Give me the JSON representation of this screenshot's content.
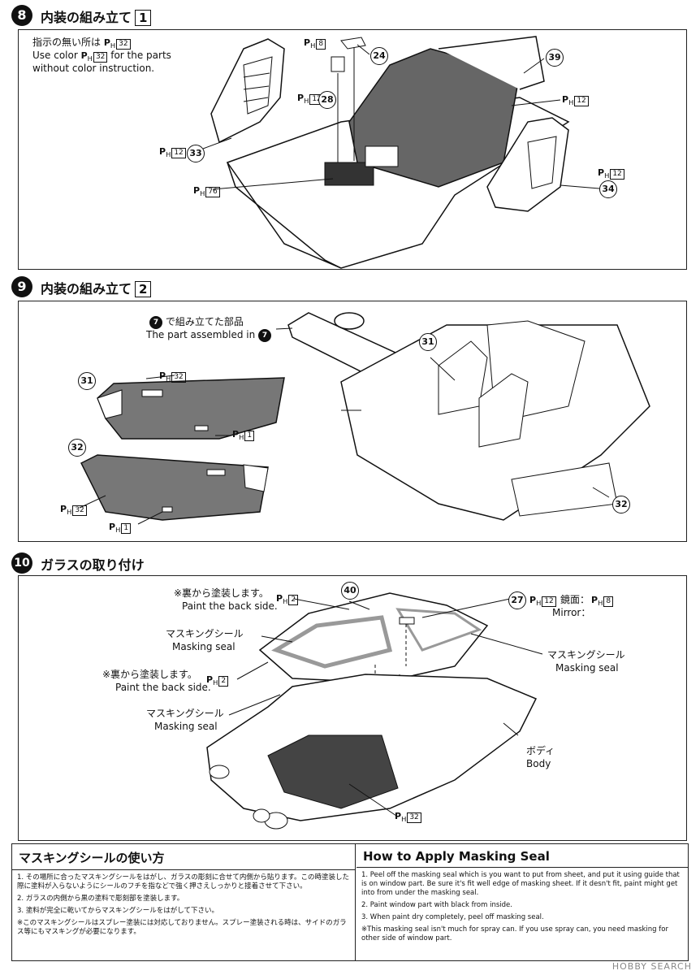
{
  "steps": [
    {
      "number": "8",
      "title": "内装の組み立て",
      "box": "1"
    },
    {
      "number": "9",
      "title": "内装の組み立て",
      "box": "2"
    },
    {
      "number": "10",
      "title": "ガラスの取り付け",
      "box": ""
    }
  ],
  "step8": {
    "note_jp": "指示の無い所は",
    "note_en_1": "Use color",
    "note_en_2": "for the parts",
    "note_en_3": "without color instruction.",
    "note_color": "32",
    "parts": [
      {
        "circle": "24",
        "color": "8"
      },
      {
        "circle": "28",
        "color": "12"
      },
      {
        "circle": "33",
        "color": "12"
      },
      {
        "circle": "39",
        "color": "12"
      },
      {
        "circle": "34",
        "color": "12"
      }
    ],
    "floor_color": "76"
  },
  "step9": {
    "ref_circle": "7",
    "ref_jp": "で組み立てた部品",
    "ref_en": "The part assembled in",
    "door31": {
      "circle": "31",
      "color_top": "32",
      "color_bottom": "1"
    },
    "door32": {
      "circle": "32",
      "color_left": "32",
      "color_bottom": "1"
    },
    "right_labels": [
      "31",
      "32"
    ]
  },
  "step10": {
    "back_jp_1": "※裏から塗装します。",
    "back_en_1": "Paint the back side.",
    "back_color_1": "2",
    "back_jp_2": "※裏から塗装します。",
    "back_en_2": "Paint the back side.",
    "back_color_2": "2",
    "mask_jp": "マスキングシール",
    "mask_en": "Masking seal",
    "part40": "40",
    "part27": "27",
    "part27_color": "12",
    "mirror_jp": "鏡面：",
    "mirror_color": "8",
    "mirror_en": "Mirror：",
    "body_jp": "ボディ",
    "body_en": "Body",
    "interior_color": "32"
  },
  "ph_prefix": "P",
  "ph_sub": "H",
  "notes": {
    "jp_title": "マスキングシールの使い方",
    "jp_1": "1. その場所に合ったマスキングシールをはがし、ガラスの彫刻に合せて内側から貼ります。この時塗装した際に塗料が入らないようにシールのフチを指などで強く押さえしっかりと接着させて下さい。",
    "jp_2": "2. ガラスの内側から黒の塗料で彫刻部を塗装します。",
    "jp_3": "3. 塗料が完全に乾いてからマスキングシールをはがして下さい。",
    "jp_4": "※このマスキングシールはスプレー塗装には対応しておりません。スプレー塗装される時は、サイドのガラス等にもマスキングが必要になります。",
    "en_title": "How to Apply Masking Seal",
    "en_1": "1. Peel off the masking seal which is you want to put from sheet, and put it using guide that is on window part. Be sure it's fit well edge of masking sheet. If it desn't fit, paint might get into from under the masking seal.",
    "en_2": "2. Paint window part with black from inside.",
    "en_3": "3. When paint dry completely, peel off masking seal.",
    "en_4": "※This masking seal isn't much for spray can. If you use spray can, you need masking for other side of window part."
  },
  "footer": "HOBBY SEARCH"
}
